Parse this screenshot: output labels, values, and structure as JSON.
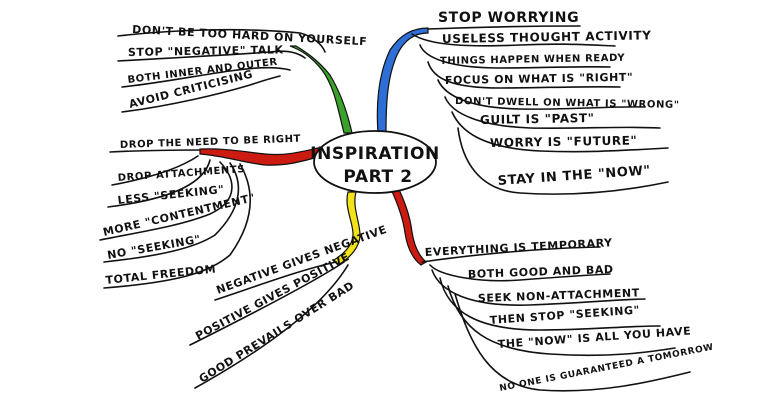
{
  "center": {
    "line1": "INSPIRATION",
    "line2": "PART 2"
  },
  "branch_colors": {
    "green": "#3aa22a",
    "blue": "#2d6fd6",
    "red": "#cc1c12",
    "yellow": "#f1e21a"
  },
  "branches": {
    "top_left": [
      "DON'T BE TOO HARD ON YOURSELF",
      "STOP \"NEGATIVE\" TALK",
      "BOTH INNER AND OUTER",
      "AVOID CRITICISING"
    ],
    "top_right": [
      "STOP WORRYING",
      "USELESS THOUGHT ACTIVITY",
      "THINGS HAPPEN WHEN READY",
      "FOCUS ON WHAT IS \"RIGHT\"",
      "DON'T DWELL ON WHAT IS \"WRONG\"",
      "GUILT IS \"PAST\"",
      "WORRY IS \"FUTURE\"",
      "STAY IN THE \"NOW\""
    ],
    "left": [
      "DROP THE NEED TO BE RIGHT",
      "DROP ATTACHMENTS",
      "LESS \"SEEKING\"",
      "MORE \"CONTENTMENT\"",
      "NO \"SEEKING\"",
      "TOTAL FREEDOM"
    ],
    "bottom_left": [
      "NEGATIVE GIVES NEGATIVE",
      "POSITIVE GIVES POSITIVE",
      "GOOD PREVAILS OVER BAD"
    ],
    "bottom_right": [
      "EVERYTHING IS TEMPORARY",
      "BOTH GOOD AND BAD",
      "SEEK NON-ATTACHMENT",
      "THEN STOP \"SEEKING\"",
      "THE \"NOW\" IS ALL YOU HAVE",
      "NO ONE IS GUARANTEED A TOMORROW"
    ]
  }
}
